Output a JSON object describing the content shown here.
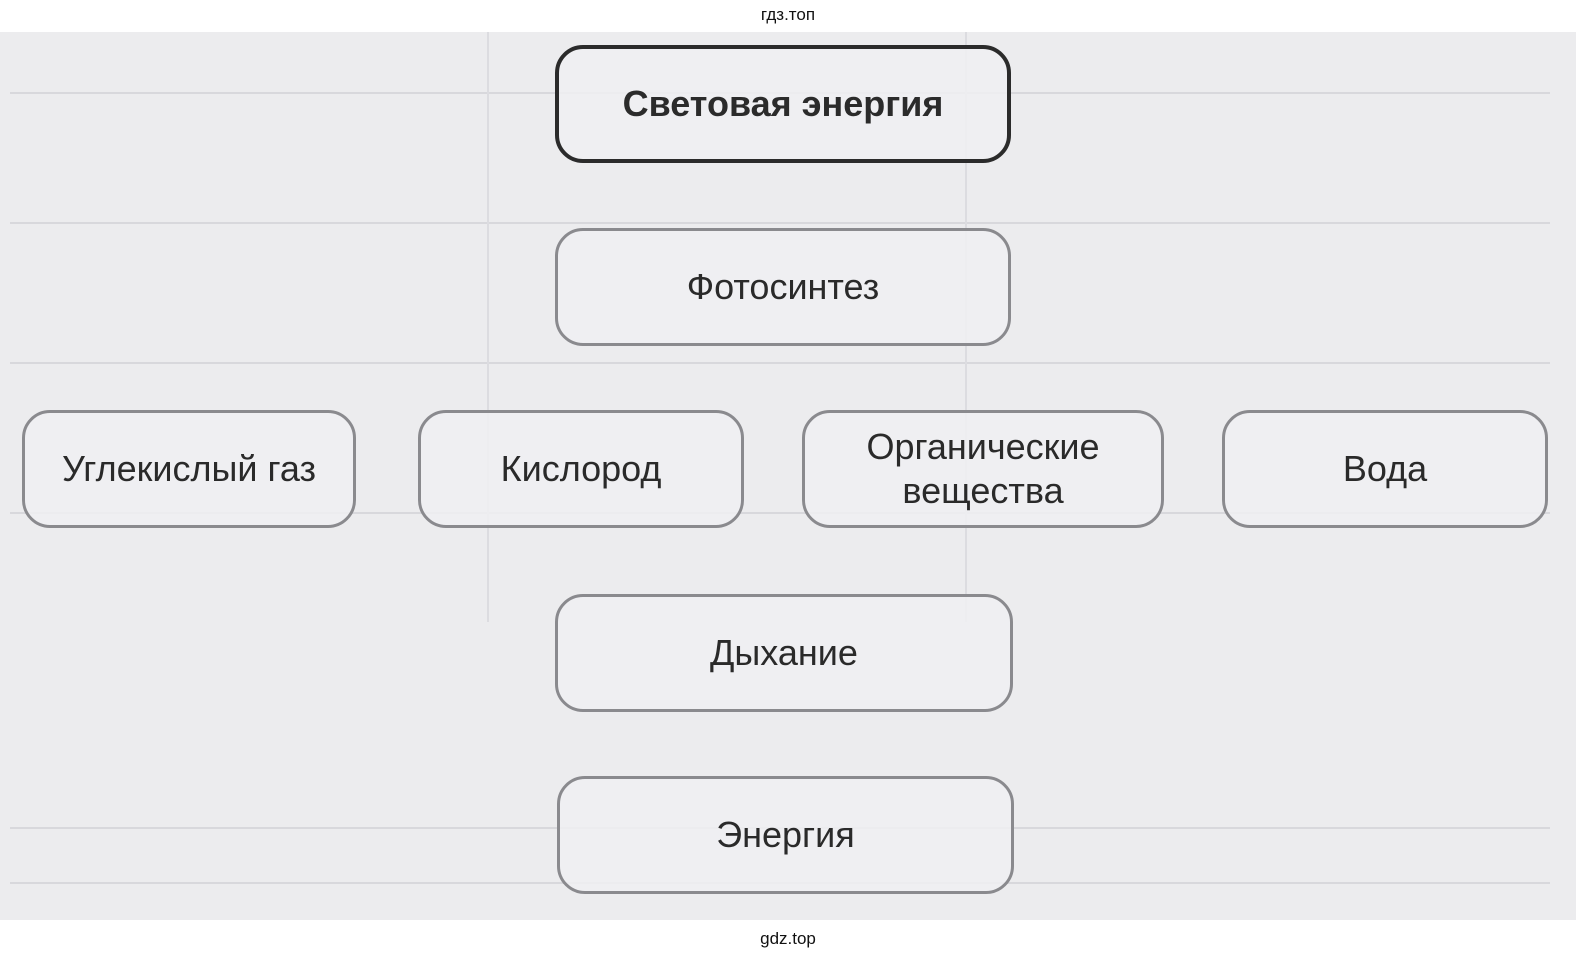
{
  "watermark_top": "гдз.топ",
  "watermark_bottom": "gdz.top",
  "diagram": {
    "top": "Световая энергия",
    "process1": "Фотосинтез",
    "substances": [
      "Углекислый газ",
      "Кислород",
      "Органические вещества",
      "Вода"
    ],
    "process2": "Дыхание",
    "bottom": "Энергия"
  }
}
